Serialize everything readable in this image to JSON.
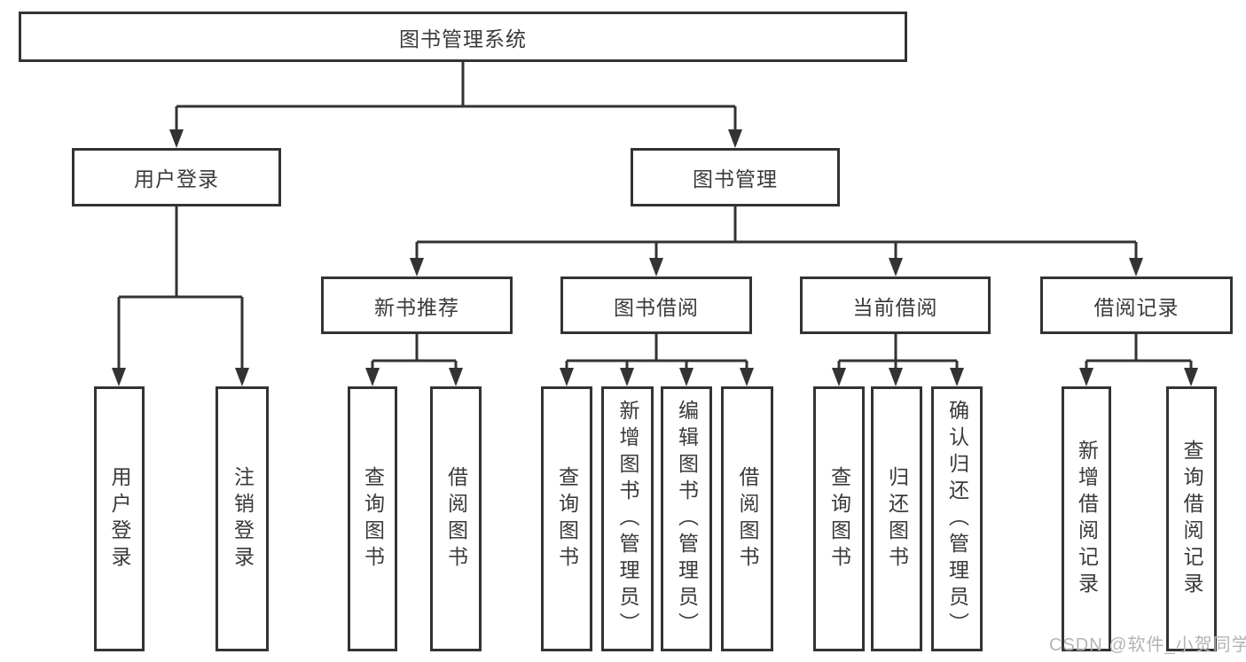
{
  "diagram": {
    "title": "图书管理系统",
    "root": {
      "label": "图书管理系统"
    },
    "level2": [
      {
        "label": "用户登录"
      },
      {
        "label": "图书管理"
      }
    ],
    "level3": [
      {
        "label": "新书推荐"
      },
      {
        "label": "图书借阅"
      },
      {
        "label": "当前借阅"
      },
      {
        "label": "借阅记录"
      }
    ],
    "leaves": [
      {
        "label": "用户登录"
      },
      {
        "label": "注销登录"
      },
      {
        "label": "查询图书"
      },
      {
        "label": "借阅图书"
      },
      {
        "label": "查询图书"
      },
      {
        "label": "新增图书（管理员）"
      },
      {
        "label": "编辑图书（管理员）"
      },
      {
        "label": "借阅图书"
      },
      {
        "label": "查询图书"
      },
      {
        "label": "归还图书"
      },
      {
        "label": "确认归还（管理员）"
      },
      {
        "label": "新增借阅记录"
      },
      {
        "label": "查询借阅记录"
      }
    ]
  },
  "watermark": {
    "text": "CSDN @软件_小贺同学"
  },
  "colors": {
    "line": "#333333",
    "border": "#333333",
    "text": "#3a3a3a",
    "watermark": "#b4b4b4",
    "background": "#ffffff"
  }
}
